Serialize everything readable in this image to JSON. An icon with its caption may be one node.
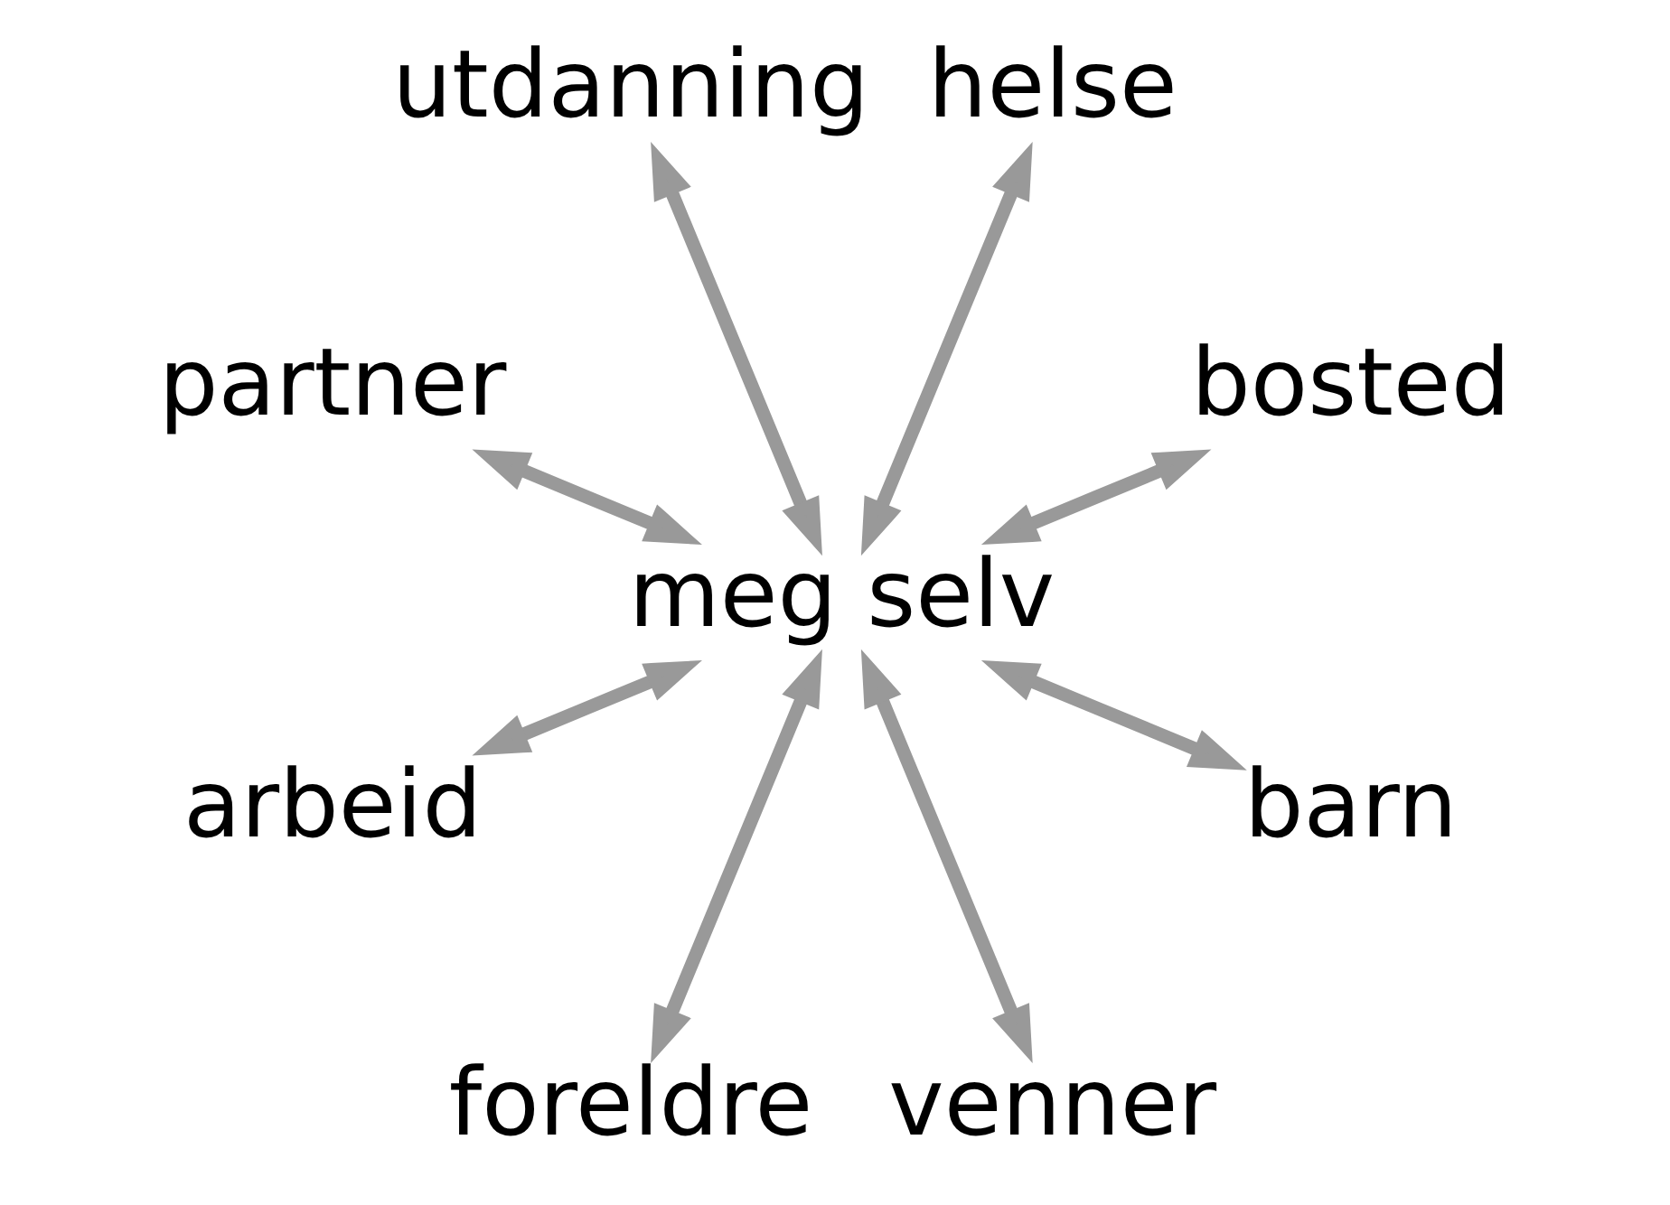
{
  "diagram": {
    "nodes": [
      {
        "text": [
          "bosted"
        ]
      },
      {
        "text": [
          "helse"
        ]
      },
      {
        "text": [
          "utdanning"
        ]
      },
      {
        "text": [
          "partner"
        ]
      },
      {
        "text": [
          "meg selv"
        ]
      },
      {
        "text": [
          "arbeid"
        ]
      },
      {
        "text": [
          "foreldre"
        ]
      },
      {
        "text": [
          "venner"
        ]
      },
      {
        "text": [
          "barn"
        ]
      }
    ],
    "edges": [
      {
        "from": 4,
        "to": 0,
        "arrow": "both"
      },
      {
        "from": 4,
        "to": 1,
        "arrow": "both"
      },
      {
        "from": 4,
        "to": 2,
        "arrow": "both"
      },
      {
        "from": 4,
        "to": 3,
        "arrow": "both"
      },
      {
        "from": 4,
        "to": 5,
        "arrow": "both"
      },
      {
        "from": 4,
        "to": 6,
        "arrow": "both"
      },
      {
        "from": 4,
        "to": 7,
        "arrow": "both"
      },
      {
        "from": 4,
        "to": 8,
        "arrow": "both"
      }
    ]
  }
}
